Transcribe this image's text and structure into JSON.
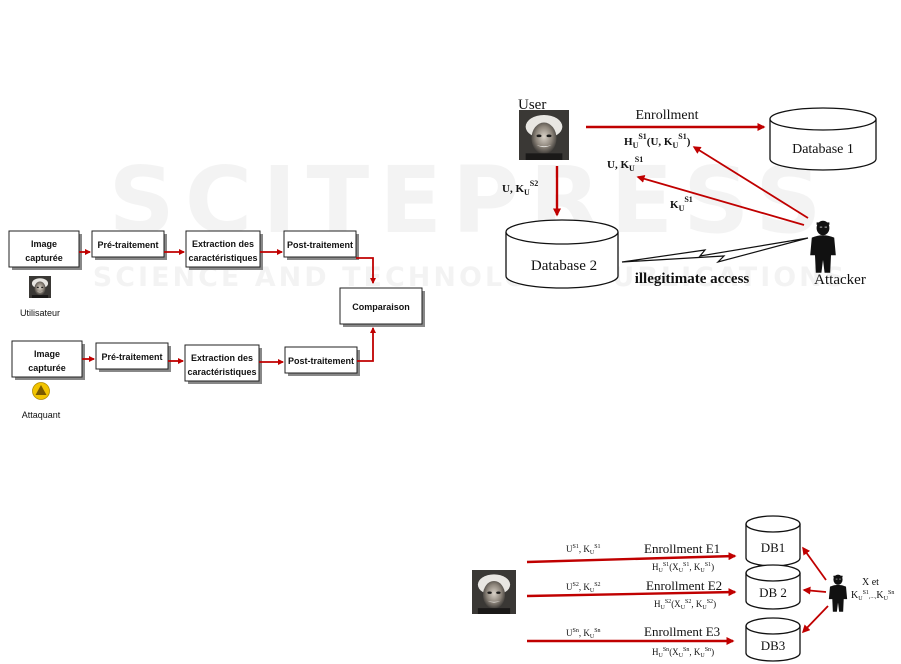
{
  "watermark": {
    "title": "SCITEPRESS",
    "subtitle": "SCIENCE AND TECHNOLOGY PUBLICATIONS"
  },
  "left_diagram": {
    "row1": {
      "input_line1": "Image",
      "input_line2": "capturée",
      "step1": "Pré-traitement",
      "step2_line1": "Extraction des",
      "step2_line2": "caractéristiques",
      "step3": "Post-traitement",
      "actor": "Utilisateur"
    },
    "row2": {
      "input_line1": "Image",
      "input_line2": "capturée",
      "step1": "Pré-traitement",
      "step2_line1": "Extraction des",
      "step2_line2": "caractéristiques",
      "step3": "Post-traitement",
      "actor": "Attaquant"
    },
    "compare": "Comparaison"
  },
  "right_diagram": {
    "user": "User",
    "enrollment": "Enrollment",
    "enroll_formula": {
      "base": "H",
      "sub": "U",
      "sup": "S1",
      "args": "(U, K",
      "arg_sub": "U",
      "arg_sup": "S1",
      "close": ")"
    },
    "database1": "Database 1",
    "database2": "Database 2",
    "u_k_s1": {
      "base": "U, K",
      "sub": "U",
      "sup": "S1"
    },
    "u_k_s2": {
      "base": "U, K",
      "sub": "U",
      "sup": "S2"
    },
    "k_s1": {
      "base": "K",
      "sub": "U",
      "sup": "S1"
    },
    "illegitimate": "illegitimate access",
    "attacker": "Attacker"
  },
  "bottom_diagram": {
    "rows": [
      {
        "input": "U",
        "input_sup": "S1",
        "key": "K",
        "key_sub": "U",
        "key_sup": "S1",
        "enroll": "Enrollment  E1",
        "h": "H",
        "h_sub": "U",
        "h_sup": "S1",
        "h_args": "(X",
        "h_x_sub": "U",
        "h_x_sup": "S1",
        "h_k": ", K",
        "h_k_sub": "U",
        "h_k_sup": "S1",
        "db": "DB1"
      },
      {
        "input": "U",
        "input_sup": "S2",
        "key": "K",
        "key_sub": "U",
        "key_sup": "S2",
        "enroll": "Enrollment  E2",
        "h": "H",
        "h_sub": "U",
        "h_sup": "S2",
        "h_args": "(X",
        "h_x_sub": "U",
        "h_x_sup": "S2",
        "h_k": ", K",
        "h_k_sub": "U",
        "h_k_sup": "S2",
        "db": "DB 2"
      },
      {
        "input": "U",
        "input_sup": "Sn",
        "key": "K",
        "key_sub": "U",
        "key_sup": "Sn",
        "enroll": "Enrollment  E3",
        "h": "H",
        "h_sub": "U",
        "h_sup": "Sn",
        "h_args": "(X",
        "h_x_sub": "U",
        "h_x_sup": "Sn",
        "h_k": ", K",
        "h_k_sub": "U",
        "h_k_sup": "Sn",
        "db": "DB3"
      }
    ],
    "attacker_label_line1": "X et",
    "attacker_keys": {
      "k1": "K",
      "k1_sub": "U",
      "k1_sup": "S1",
      "sep": ",...,",
      "kn": "K",
      "kn_sub": "U",
      "kn_sup": "Sn"
    }
  }
}
